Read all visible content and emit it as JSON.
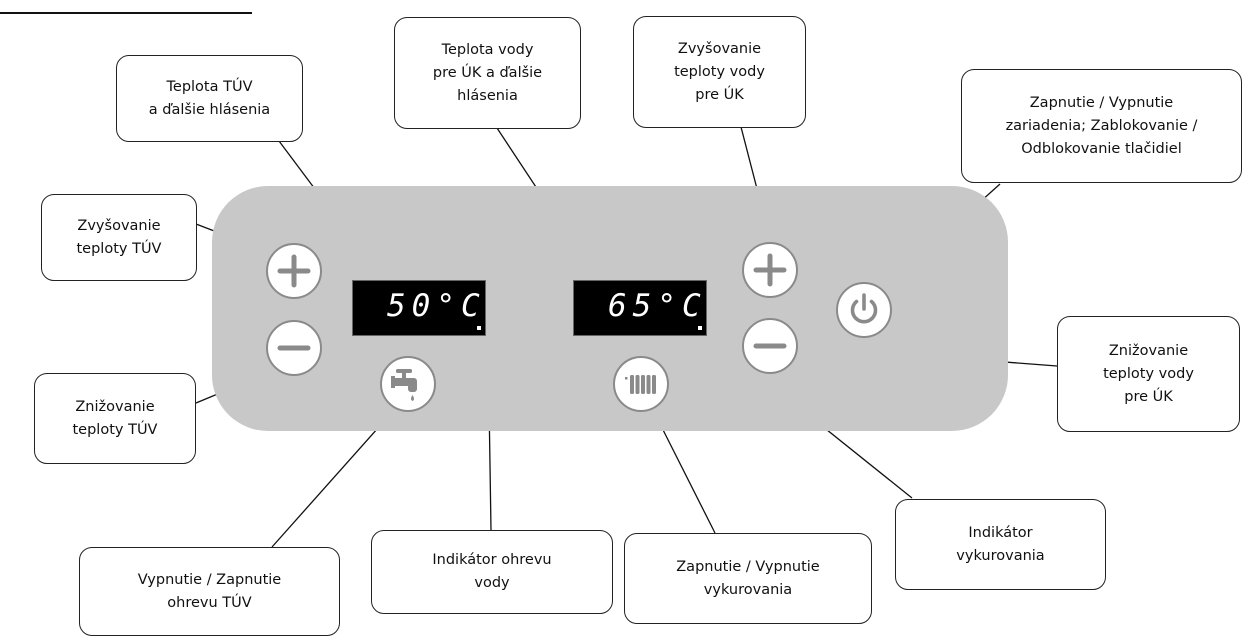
{
  "callouts": {
    "tuv_temp": [
      "Teplota TÚV",
      "a ďalšie hlásenia"
    ],
    "water_temp_uk": [
      "Teplota vody",
      "pre ÚK a ďalšie",
      "hlásenia"
    ],
    "uk_increase": [
      "Zvyšovanie",
      "teploty vody",
      "pre ÚK"
    ],
    "power_lock": [
      "Zapnutie / Vypnutie",
      "zariadenia; Zablokovanie /",
      "Odblokovanie tlačidiel"
    ],
    "tuv_increase": [
      "Zvyšovanie",
      "teploty TÚV"
    ],
    "tuv_decrease": [
      "Znižovanie",
      "teploty TÚV"
    ],
    "uk_decrease": [
      "Znižovanie",
      "teploty vody",
      "pre ÚK"
    ],
    "heating_indicator": [
      "Indikátor",
      "vykurovania"
    ],
    "hot_water_indicator": [
      "Indikátor ohrevu",
      "vody"
    ],
    "heating_toggle": [
      "Zapnutie / Vypnutie",
      "vykurovania"
    ],
    "tuv_toggle": [
      "Vypnutie / Zapnutie",
      "ohrevu TÚV"
    ]
  },
  "displays": {
    "tuv": "50°C",
    "uk": "65°C"
  },
  "icons": {
    "plus": "plus-icon",
    "minus": "minus-icon",
    "tap": "faucet-icon",
    "radiator": "radiator-icon",
    "power": "power-icon"
  },
  "colors": {
    "panel": "#c8c8c8",
    "display_bg": "#000000",
    "display_text": "#ffffff",
    "button_border": "#8a8a8a",
    "icon": "#8a8a8a"
  }
}
